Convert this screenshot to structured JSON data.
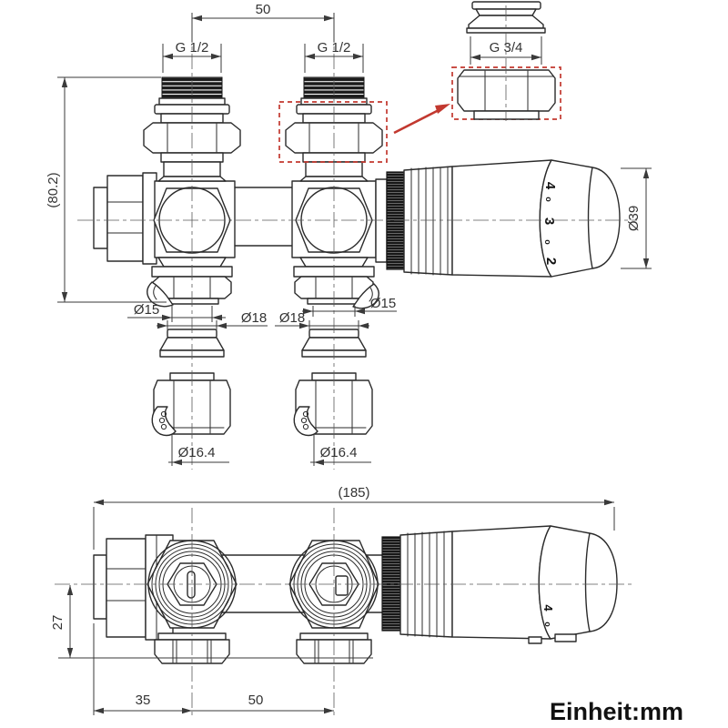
{
  "drawing": {
    "unit_note": "Einheit:mm",
    "front_view": {
      "dim_center_distance_top": "50",
      "dim_thread_left": "G 1/2",
      "dim_thread_right": "G 1/2",
      "dim_overall_height": "(80.2)",
      "dim_head_diameter": "Ø39",
      "dim_tail_left": "Ø15",
      "dim_olive_left": "Ø18",
      "dim_olive_right": "Ø18",
      "dim_tail_right": "Ø15",
      "dim_compression_left": "Ø16.4",
      "dim_compression_right": "Ø16.4",
      "head_scale_digit_1": "4",
      "head_scale_dot_1": "o",
      "head_scale_digit_2": "3",
      "head_scale_dot_2": "o",
      "head_scale_digit_3": "2"
    },
    "detail_view": {
      "dim_thread": "G 3/4"
    },
    "top_view": {
      "dim_overall_length": "(185)",
      "dim_depth": "27",
      "dim_left_to_center": "35",
      "dim_center_distance": "50",
      "head_scale_digit": "4",
      "head_scale_dot": "o"
    }
  }
}
